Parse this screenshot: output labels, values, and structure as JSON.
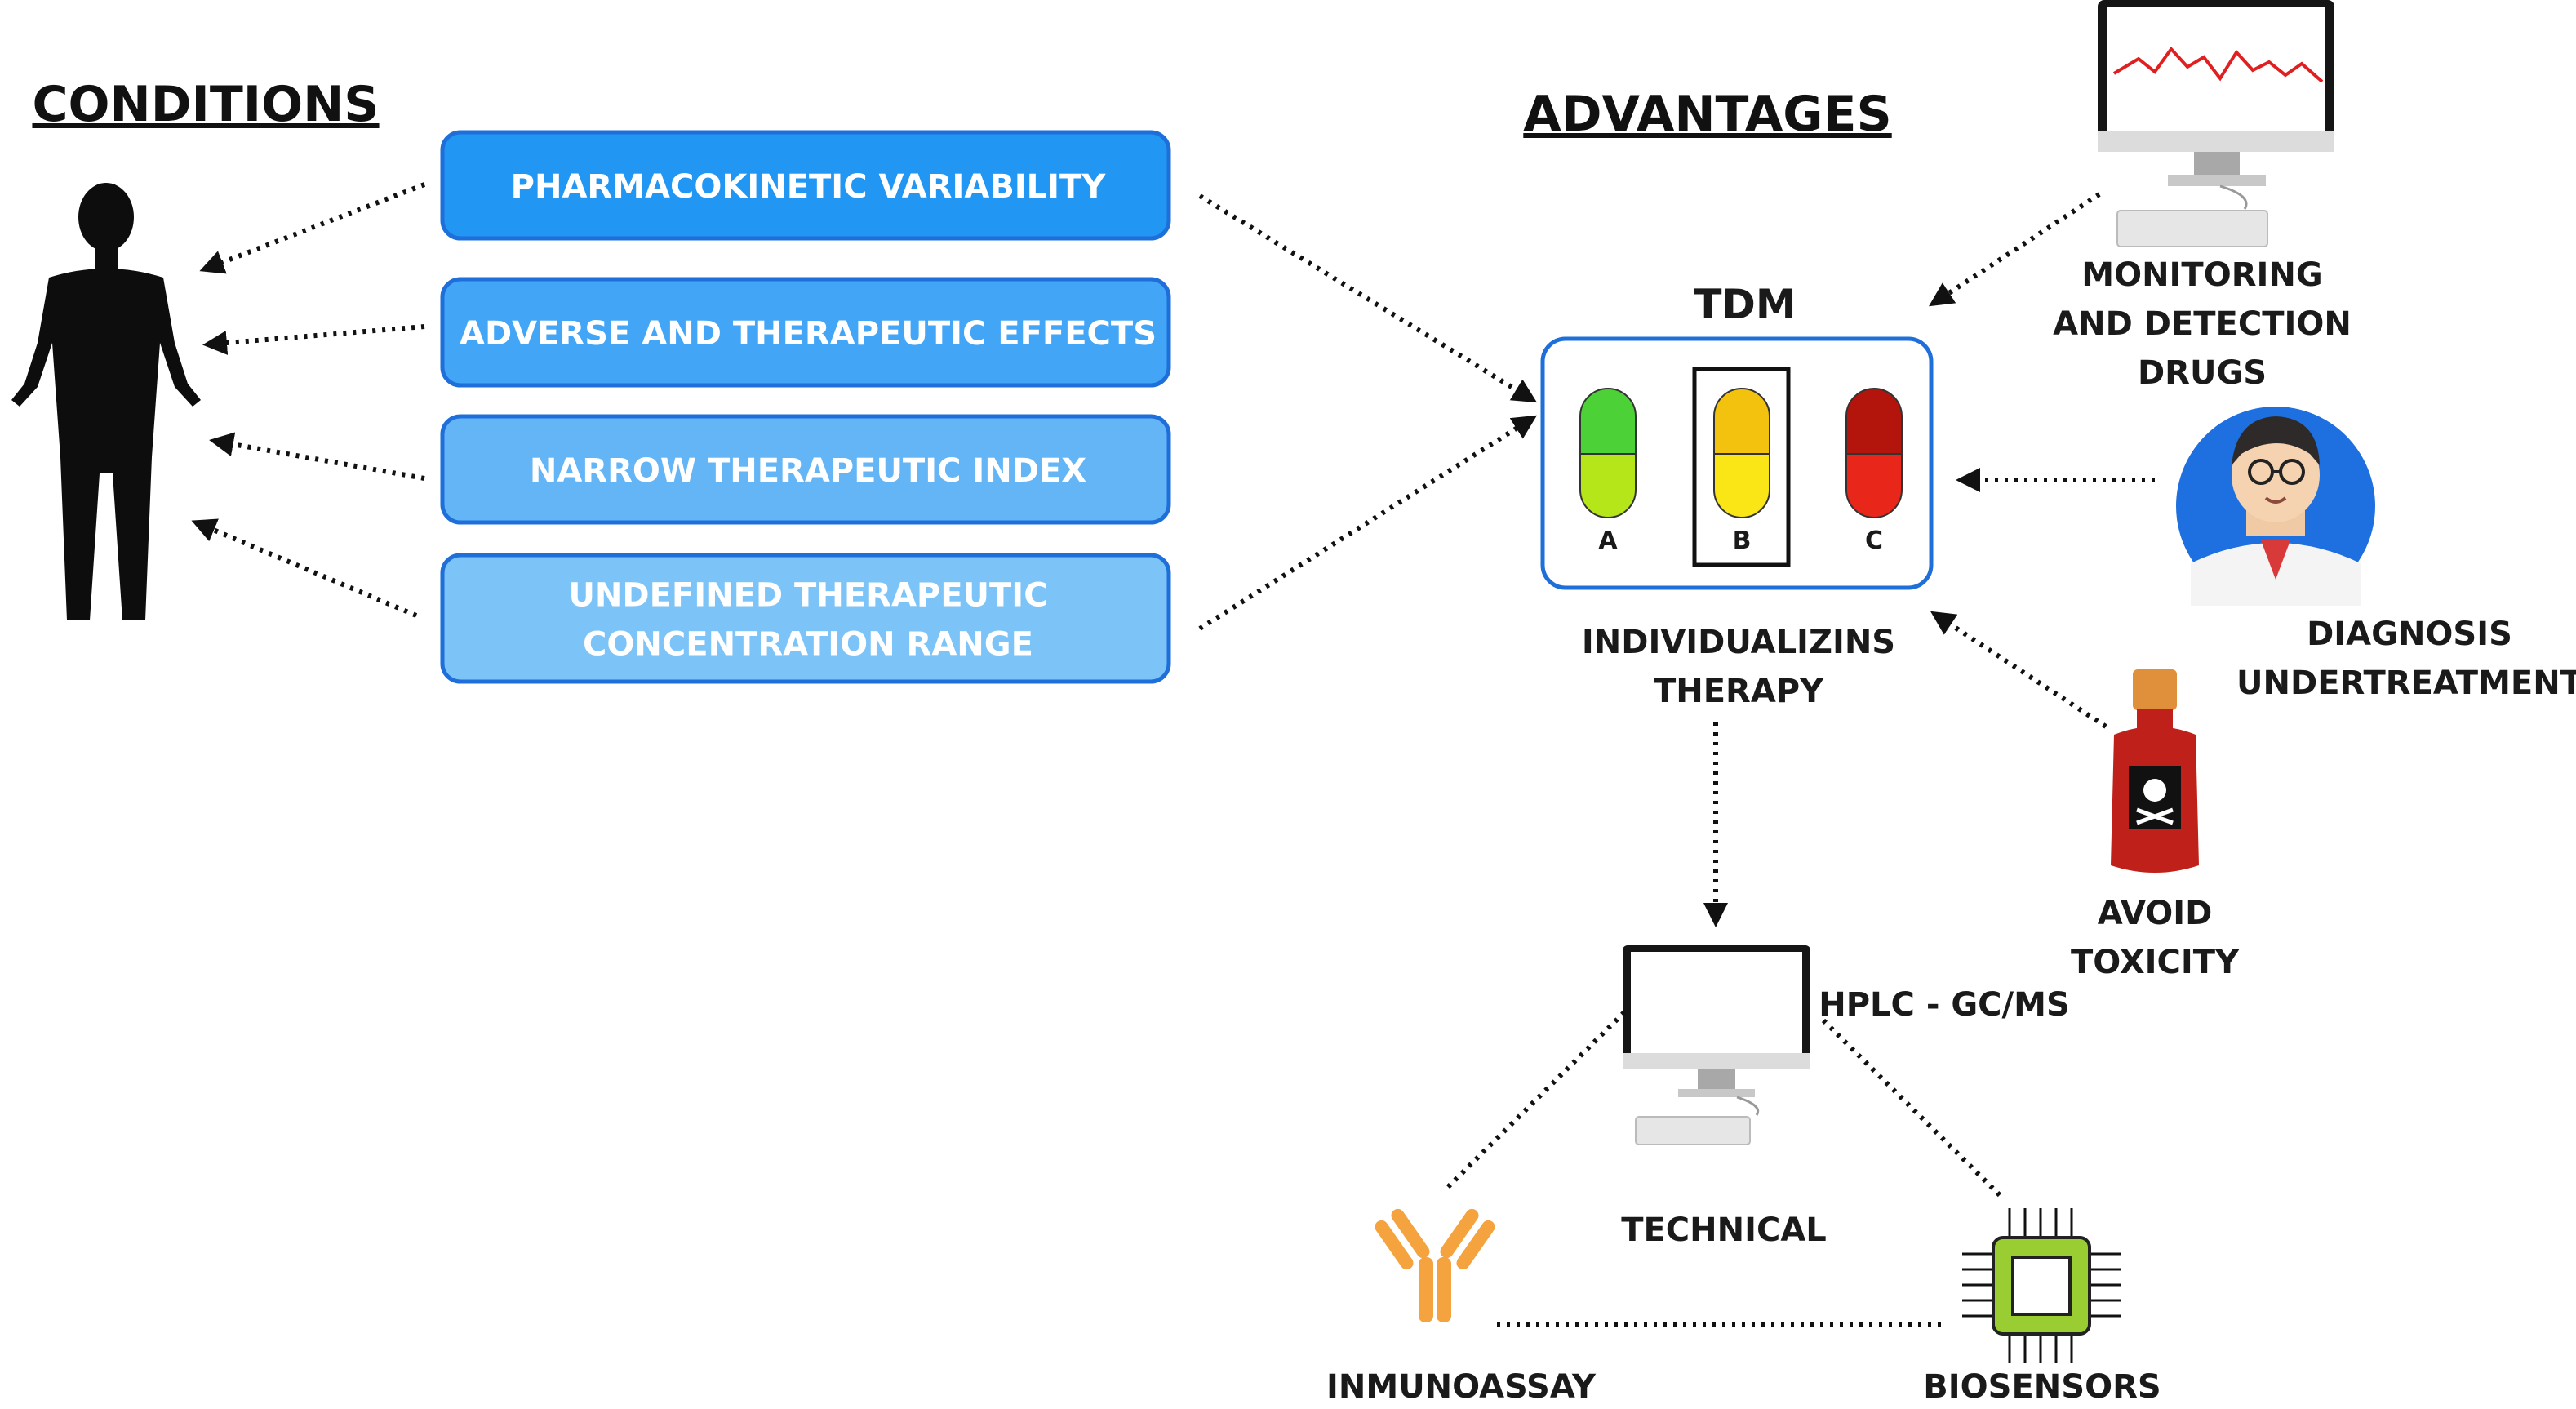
{
  "headers": {
    "conditions": "CONDITIONS",
    "advantages": "ADVANTAGES"
  },
  "condition_boxes": [
    {
      "lines": [
        "PHARMACOKINETIC VARIABILITY"
      ],
      "color": "#2196F3"
    },
    {
      "lines": [
        "ADVERSE AND THERAPEUTIC EFFECTS"
      ],
      "color": "#42A5F5"
    },
    {
      "lines": [
        "NARROW THERAPEUTIC INDEX"
      ],
      "color": "#64B5F6"
    },
    {
      "lines": [
        "UNDEFINED THERAPEUTIC",
        "CONCENTRATION RANGE"
      ],
      "color": "#7CC3F7"
    }
  ],
  "tdm": {
    "title": "TDM",
    "pills": [
      {
        "letter": "A",
        "top": "#4CD137",
        "bottom": "#B4E61A"
      },
      {
        "letter": "B",
        "top": "#F2C20F",
        "bottom": "#FAE616"
      },
      {
        "letter": "C",
        "top": "#B3150D",
        "bottom": "#E8261A"
      }
    ],
    "caption": [
      "INDIVIDUALIZINS",
      "THERAPY"
    ]
  },
  "advantages": {
    "monitoring": [
      "MONITORING",
      "AND DETECTION",
      "DRUGS"
    ],
    "diagnosis": [
      "DIAGNOSIS",
      "UNDERTREATMENT"
    ],
    "toxicity": [
      "AVOID",
      "TOXICITY"
    ]
  },
  "technical": {
    "label": "TECHNICAL",
    "hplc": "HPLC - GC/MS",
    "immunoassay": "INMUNOASSAY",
    "biosensors": "BIOSENSORS"
  },
  "colors": {
    "box_border": "#1E6FD9",
    "antibody": "#F4A33F",
    "chip": "#9ACD32"
  },
  "icons": [
    "human-silhouette-icon",
    "monitor-icon",
    "doctor-avatar-icon",
    "poison-bottle-icon",
    "antibody-icon",
    "chip-icon"
  ]
}
